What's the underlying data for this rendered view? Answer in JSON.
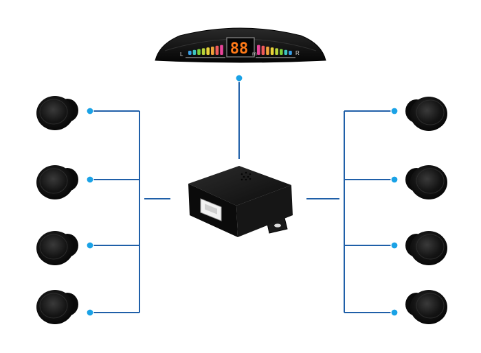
{
  "display": {
    "digits": "88",
    "unit": "m",
    "left_label": "L",
    "right_label": "R",
    "bar_colors_left": [
      "#3aa0e8",
      "#3ec6c0",
      "#7ccf3c",
      "#b8d43a",
      "#e8d23a",
      "#f0a23a",
      "#ee5a5a",
      "#e8449a"
    ],
    "bar_colors_right": [
      "#e8449a",
      "#ee5a5a",
      "#f0a23a",
      "#e8d23a",
      "#b8d43a",
      "#7ccf3c",
      "#3ec6c0",
      "#3aa0e8"
    ],
    "digit_color": "#ff7a18"
  },
  "colors": {
    "wire": "#1f5fa8",
    "node": "#1aa2e6",
    "sensor": "#161616",
    "control_box": "#121212"
  },
  "sensors": {
    "left": [
      "sensor-left-1",
      "sensor-left-2",
      "sensor-left-3",
      "sensor-left-4"
    ],
    "right": [
      "sensor-right-1",
      "sensor-right-2",
      "sensor-right-3",
      "sensor-right-4"
    ]
  }
}
